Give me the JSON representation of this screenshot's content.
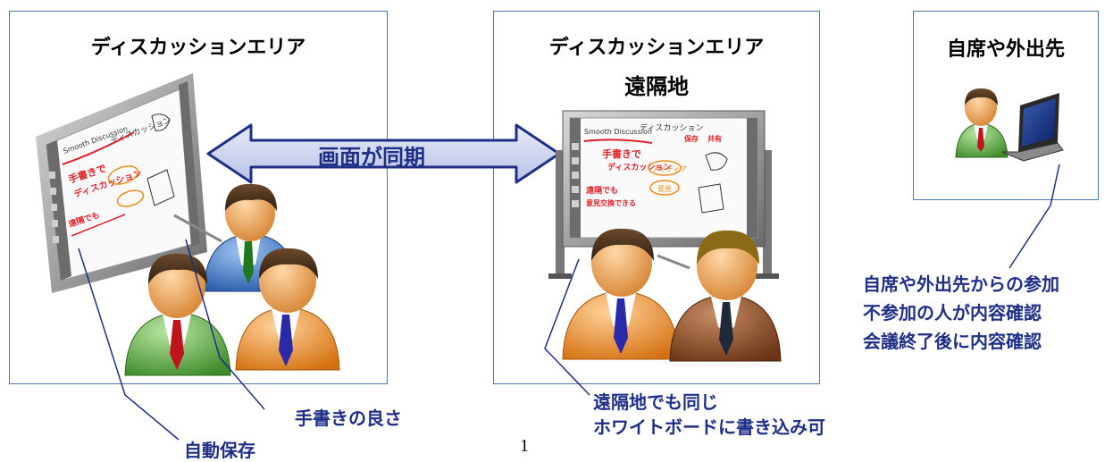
{
  "areas": {
    "local": {
      "title": "ディスカッションエリア"
    },
    "remote": {
      "title": "ディスカッションエリア",
      "subtitle": "遠隔地"
    },
    "offsite": {
      "title": "自席や外出先"
    }
  },
  "sync_arrow": {
    "label": "画面が同期"
  },
  "captions": {
    "handwriting": "手書きの良さ",
    "autosave": "自動保存",
    "remote_line1": "遠隔地でも同じ",
    "remote_line2": "ホワイトボードに書き込み可",
    "offsite_lines": [
      "自席や外出先からの参加",
      "不参加の人が内容確認",
      "会議終了後に内容確認"
    ]
  },
  "page_number": "1",
  "whiteboard": {
    "header_text": "Smooth Discussion",
    "note_discussion": "ディスカッション",
    "note_handwrite": "手書きで",
    "note_handwrite2": "ディスカッション",
    "note_save": "保存",
    "note_share": "共有",
    "note_idea": "アイディア",
    "note_meaning": "意見",
    "note_remote": "遠隔でも",
    "note_remote2": "意見交換できる"
  },
  "colors": {
    "box_border": "#4a79b5",
    "caption_text": "#1f2f86",
    "arrow_fill": "#cfd6ee",
    "arrow_stroke": "#1f2f86",
    "ink_red": "#e0202a",
    "ink_orange": "#f08a1c"
  },
  "icons": [
    "person-icon",
    "whiteboard-icon",
    "laptop-icon",
    "double-arrow-icon"
  ]
}
